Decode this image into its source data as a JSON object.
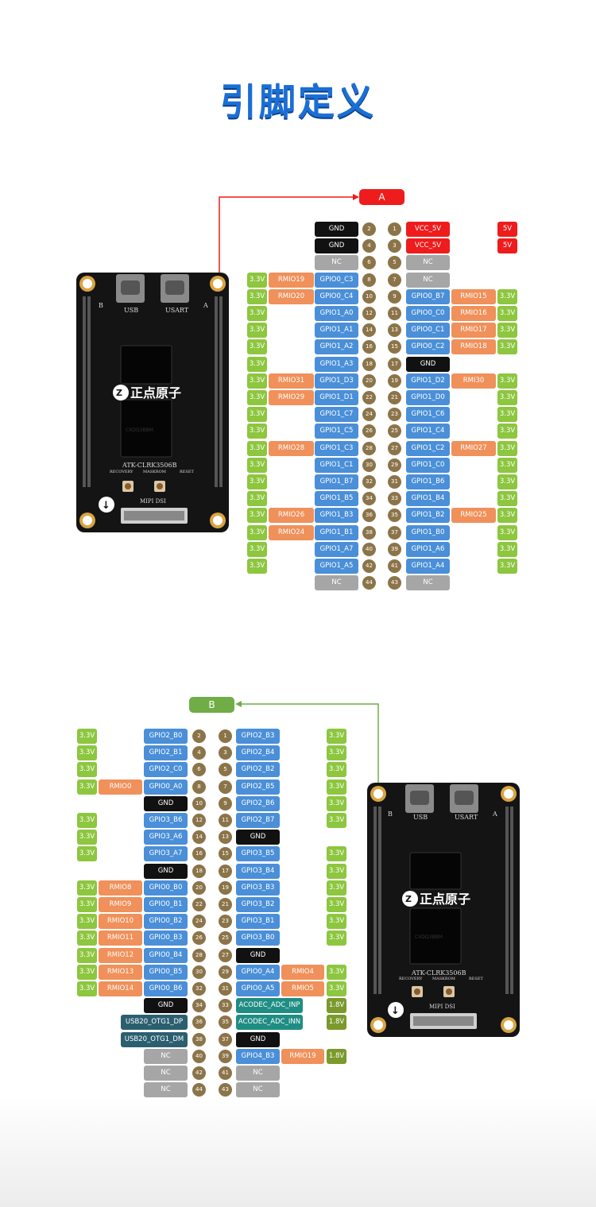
{
  "title": "引脚定义",
  "colors": {
    "title": "#1a6fd6",
    "power33": "#8dc63f",
    "rmio": "#f0905a",
    "gpio": "#4a8fd8",
    "gnd": "#111111",
    "nc": "#a6a6a6",
    "vcc": "#ee1c1c",
    "pin_number": "#8c7449",
    "v18": "#7a9a2c",
    "usb": "#2b5f70",
    "acodec": "#1f8d83"
  },
  "section_a": {
    "label": "A",
    "rows": [
      {
        "c1": "",
        "c2": "",
        "c3": "GND",
        "n1": "2",
        "n2": "1",
        "c4": "VCC_5V",
        "c5": "",
        "c6": "5V"
      },
      {
        "c1": "",
        "c2": "",
        "c3": "GND",
        "n1": "4",
        "n2": "3",
        "c4": "VCC_5V",
        "c5": "",
        "c6": "5V"
      },
      {
        "c1": "",
        "c2": "",
        "c3": "NC",
        "n1": "6",
        "n2": "5",
        "c4": "NC",
        "c5": "",
        "c6": ""
      },
      {
        "c1": "3.3V",
        "c2": "RMIO19",
        "c3": "GPIO0_C3",
        "n1": "8",
        "n2": "7",
        "c4": "NC",
        "c5": "",
        "c6": ""
      },
      {
        "c1": "3.3V",
        "c2": "RMIO20",
        "c3": "GPIO0_C4",
        "n1": "10",
        "n2": "9",
        "c4": "GPIO0_B7",
        "c5": "RMIO15",
        "c6": "3.3V"
      },
      {
        "c1": "3.3V",
        "c2": "",
        "c3": "GPIO1_A0",
        "n1": "12",
        "n2": "11",
        "c4": "GPIO0_C0",
        "c5": "RMIO16",
        "c6": "3.3V"
      },
      {
        "c1": "3.3V",
        "c2": "",
        "c3": "GPIO1_A1",
        "n1": "14",
        "n2": "13",
        "c4": "GPIO0_C1",
        "c5": "RMIO17",
        "c6": "3.3V"
      },
      {
        "c1": "3.3V",
        "c2": "",
        "c3": "GPIO1_A2",
        "n1": "16",
        "n2": "15",
        "c4": "GPIO0_C2",
        "c5": "RMIO18",
        "c6": "3.3V"
      },
      {
        "c1": "3.3V",
        "c2": "",
        "c3": "GPIO1_A3",
        "n1": "18",
        "n2": "17",
        "c4": "GND",
        "c5": "",
        "c6": ""
      },
      {
        "c1": "3.3V",
        "c2": "RMIO31",
        "c3": "GPIO1_D3",
        "n1": "20",
        "n2": "19",
        "c4": "GPIO1_D2",
        "c5": "RMI30",
        "c6": "3.3V"
      },
      {
        "c1": "3.3V",
        "c2": "RMIO29",
        "c3": "GPIO1_D1",
        "n1": "22",
        "n2": "21",
        "c4": "GPIO1_D0",
        "c5": "",
        "c6": "3.3V"
      },
      {
        "c1": "3.3V",
        "c2": "",
        "c3": "GPIO1_C7",
        "n1": "24",
        "n2": "23",
        "c4": "GPIO1_C6",
        "c5": "",
        "c6": "3.3V"
      },
      {
        "c1": "3.3V",
        "c2": "",
        "c3": "GPIO1_C5",
        "n1": "26",
        "n2": "25",
        "c4": "GPIO1_C4",
        "c5": "",
        "c6": "3.3V"
      },
      {
        "c1": "3.3V",
        "c2": "RMIO28",
        "c3": "GPIO1_C3",
        "n1": "28",
        "n2": "27",
        "c4": "GPIO1_C2",
        "c5": "RMIO27",
        "c6": "3.3V"
      },
      {
        "c1": "3.3V",
        "c2": "",
        "c3": "GPIO1_C1",
        "n1": "30",
        "n2": "29",
        "c4": "GPIO1_C0",
        "c5": "",
        "c6": "3.3V"
      },
      {
        "c1": "3.3V",
        "c2": "",
        "c3": "GPIO1_B7",
        "n1": "32",
        "n2": "31",
        "c4": "GPIO1_B6",
        "c5": "",
        "c6": "3.3V"
      },
      {
        "c1": "3.3V",
        "c2": "",
        "c3": "GPIO1_B5",
        "n1": "34",
        "n2": "33",
        "c4": "GPIO1_B4",
        "c5": "",
        "c6": "3.3V"
      },
      {
        "c1": "3.3V",
        "c2": "RMIO26",
        "c3": "GPIO1_B3",
        "n1": "36",
        "n2": "35",
        "c4": "GPIO1_B2",
        "c5": "RMIO25",
        "c6": "3.3V"
      },
      {
        "c1": "3.3V",
        "c2": "RMIO24",
        "c3": "GPIO1_B1",
        "n1": "38",
        "n2": "37",
        "c4": "GPIO1_B0",
        "c5": "",
        "c6": "3.3V"
      },
      {
        "c1": "3.3V",
        "c2": "",
        "c3": "GPIO1_A7",
        "n1": "40",
        "n2": "39",
        "c4": "GPIO1_A6",
        "c5": "",
        "c6": "3.3V"
      },
      {
        "c1": "3.3V",
        "c2": "",
        "c3": "GPIO1_A5",
        "n1": "42",
        "n2": "41",
        "c4": "GPIO1_A4",
        "c5": "",
        "c6": "3.3V"
      },
      {
        "c1": "",
        "c2": "",
        "c3": "NC",
        "n1": "44",
        "n2": "43",
        "c4": "NC",
        "c5": "",
        "c6": ""
      }
    ]
  },
  "section_b": {
    "label": "B",
    "rows": [
      {
        "c1": "3.3V",
        "c2": "",
        "c3": "GPIO2_B0",
        "n1": "2",
        "n2": "1",
        "c4": "GPIO2_B3",
        "c5": "",
        "c6": "3.3V"
      },
      {
        "c1": "3.3V",
        "c2": "",
        "c3": "GPIO2_B1",
        "n1": "4",
        "n2": "3",
        "c4": "GPIO2_B4",
        "c5": "",
        "c6": "3.3V"
      },
      {
        "c1": "3.3V",
        "c2": "",
        "c3": "GPIO2_C0",
        "n1": "6",
        "n2": "5",
        "c4": "GPIO2_B2",
        "c5": "",
        "c6": "3.3V"
      },
      {
        "c1": "3.3V",
        "c2": "RMIO0",
        "c3": "GPIO0_A0",
        "n1": "8",
        "n2": "7",
        "c4": "GPIO2_B5",
        "c5": "",
        "c6": "3.3V"
      },
      {
        "c1": "",
        "c2": "",
        "c3": "GND",
        "n1": "10",
        "n2": "9",
        "c4": "GPIO2_B6",
        "c5": "",
        "c6": "3.3V"
      },
      {
        "c1": "3.3V",
        "c2": "",
        "c3": "GPIO3_B6",
        "n1": "12",
        "n2": "11",
        "c4": "GPIO2_B7",
        "c5": "",
        "c6": "3.3V"
      },
      {
        "c1": "3.3V",
        "c2": "",
        "c3": "GPIO3_A6",
        "n1": "14",
        "n2": "13",
        "c4": "GND",
        "c5": "",
        "c6": ""
      },
      {
        "c1": "3.3V",
        "c2": "",
        "c3": "GPIO3_A7",
        "n1": "16",
        "n2": "15",
        "c4": "GPIO3_B5",
        "c5": "",
        "c6": "3.3V"
      },
      {
        "c1": "",
        "c2": "",
        "c3": "GND",
        "n1": "18",
        "n2": "17",
        "c4": "GPIO3_B4",
        "c5": "",
        "c6": "3.3V"
      },
      {
        "c1": "3.3V",
        "c2": "RMIO8",
        "c3": "GPIO0_B0",
        "n1": "20",
        "n2": "19",
        "c4": "GPIO3_B3",
        "c5": "",
        "c6": "3.3V"
      },
      {
        "c1": "3.3V",
        "c2": "RMIO9",
        "c3": "GPIO0_B1",
        "n1": "22",
        "n2": "21",
        "c4": "GPIO3_B2",
        "c5": "",
        "c6": "3.3V"
      },
      {
        "c1": "3.3V",
        "c2": "RMIO10",
        "c3": "GPIO0_B2",
        "n1": "24",
        "n2": "23",
        "c4": "GPIO3_B1",
        "c5": "",
        "c6": "3.3V"
      },
      {
        "c1": "3.3V",
        "c2": "RMIO11",
        "c3": "GPIO0_B3",
        "n1": "26",
        "n2": "25",
        "c4": "GPIO3_B0",
        "c5": "",
        "c6": "3.3V"
      },
      {
        "c1": "3.3V",
        "c2": "RMIO12",
        "c3": "GPIO0_B4",
        "n1": "28",
        "n2": "27",
        "c4": "GND",
        "c5": "",
        "c6": ""
      },
      {
        "c1": "3.3V",
        "c2": "RMIO13",
        "c3": "GPIO0_B5",
        "n1": "30",
        "n2": "29",
        "c4": "GPIO0_A4",
        "c5": "RMIO4",
        "c6": "3.3V"
      },
      {
        "c1": "3.3V",
        "c2": "RMIO14",
        "c3": "GPIO0_B6",
        "n1": "32",
        "n2": "31",
        "c4": "GPIO0_A5",
        "c5": "RMIO5",
        "c6": "3.3V"
      },
      {
        "c1": "",
        "c2": "",
        "c3": "GND",
        "n1": "34",
        "n2": "33",
        "c4": "ACODEC_ADC_INP",
        "c5": "",
        "c6": "1.8V"
      },
      {
        "c1": "",
        "c2": "",
        "c3": "USB20_OTG1_DP",
        "n1": "36",
        "n2": "35",
        "c4": "ACODEC_ADC_INN",
        "c5": "",
        "c6": "1.8V"
      },
      {
        "c1": "",
        "c2": "",
        "c3": "USB20_OTG1_DM",
        "n1": "38",
        "n2": "37",
        "c4": "GND",
        "c5": "",
        "c6": ""
      },
      {
        "c1": "",
        "c2": "",
        "c3": "NC",
        "n1": "40",
        "n2": "39",
        "c4": "GPIO4_B3",
        "c5": "RMIO19",
        "c6": "1.8V"
      },
      {
        "c1": "",
        "c2": "",
        "c3": "NC",
        "n1": "42",
        "n2": "41",
        "c4": "NC",
        "c5": "",
        "c6": ""
      },
      {
        "c1": "",
        "c2": "",
        "c3": "NC",
        "n1": "44",
        "n2": "43",
        "c4": "NC",
        "c5": "",
        "c6": ""
      }
    ]
  },
  "board": {
    "port_usb": "USB",
    "port_usart": "USART",
    "side_b": "B",
    "side_a": "A",
    "brand": "正点原子",
    "model": "ATK-CLRK3506B",
    "btn_recovery": "RECOVERY",
    "btn_maskrom": "MASKROM",
    "btn_reset": "RESET",
    "mipi": "MIPI DSI",
    "chip_text": "CXDQ3BBM"
  }
}
